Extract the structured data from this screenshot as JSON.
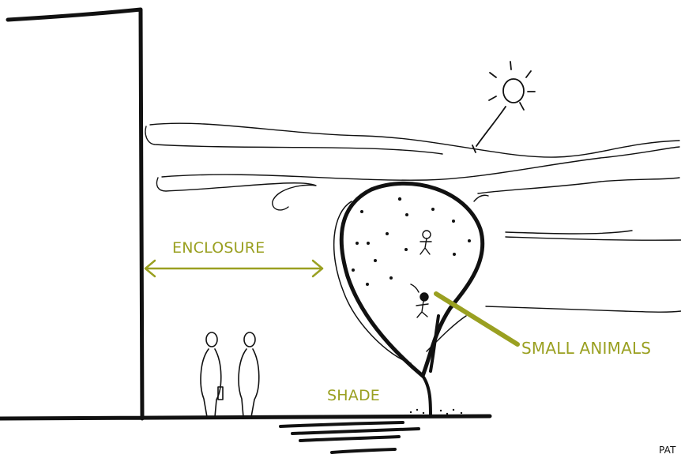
{
  "labels": {
    "enclosure": "ENCLOSURE",
    "small_animals": "SMALL ANIMALS",
    "shade": "SHADE",
    "page_mark": "PAT"
  },
  "colors": {
    "ink": "#111111",
    "accent": "#9aa021"
  }
}
